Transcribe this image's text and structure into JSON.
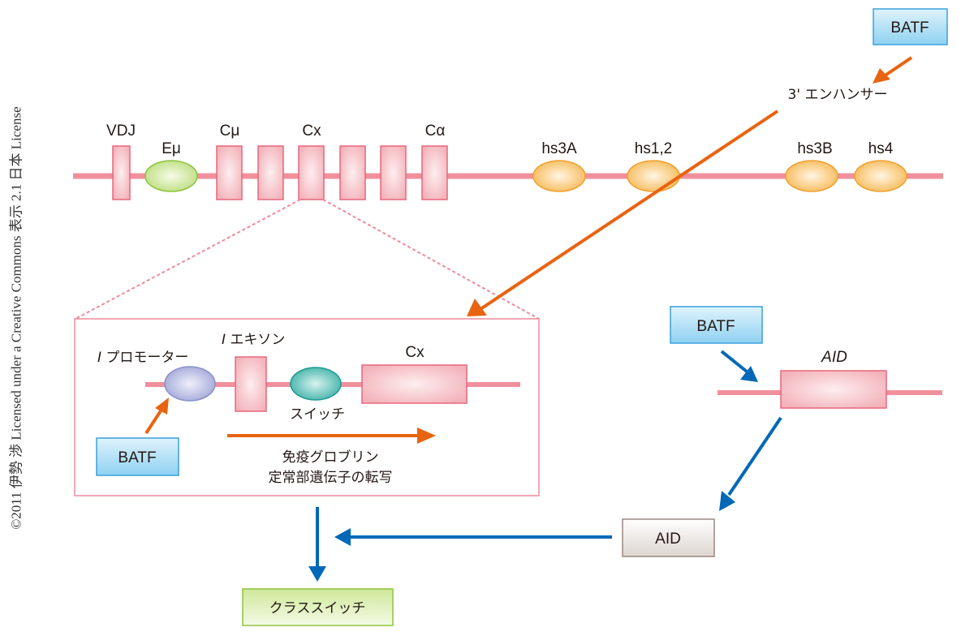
{
  "copyright": "©2011 伊勢 渉 Licensed under a Creative Commons 表示 2.1 日本 License",
  "colors": {
    "dna_line": "#f0909c",
    "exon_fill": "#f4b6bd",
    "exon_stroke": "#e8667c",
    "enhancer_green": "#c5e38d",
    "enhancer_orange": "#f8c26a",
    "promoter_purple": "#aeb3de",
    "switch_teal": "#4dbcb3",
    "batf_fill": "#a8dcf5",
    "batf_stroke": "#3aa0dc",
    "arrow_orange": "#e86410",
    "arrow_blue": "#0068b7",
    "aid_protein_fill": "#e8e2de",
    "aid_protein_stroke": "#9a8880",
    "class_switch_fill": "#d6ec9e",
    "class_switch_stroke": "#8cc43c"
  },
  "locus": {
    "labels": {
      "vdj": "VDJ",
      "emu": "Eμ",
      "cmu": "Cμ",
      "cx": "Cx",
      "calpha": "Cα",
      "hs3a": "hs3A",
      "hs12": "hs1,2",
      "hs3b": "hs3B",
      "hs4": "hs4"
    }
  },
  "enhancer": {
    "label": "3' エンハンサー",
    "batf_label": "BATF"
  },
  "inset": {
    "promoter_label_italic": "I",
    "promoter_label": " プロモーター",
    "exon_label_italic": "I",
    "exon_label": " エキソン",
    "cx_label": "Cx",
    "switch_label": "スイッチ",
    "batf_label": "BATF",
    "transcription_line1": "免疫グロブリン",
    "transcription_line2": "定常部遺伝子の転写"
  },
  "aid_gene": {
    "batf_label": "BATF",
    "gene_label": "AID",
    "protein_label": "AID"
  },
  "outcome": {
    "label": "クラススイッチ"
  }
}
